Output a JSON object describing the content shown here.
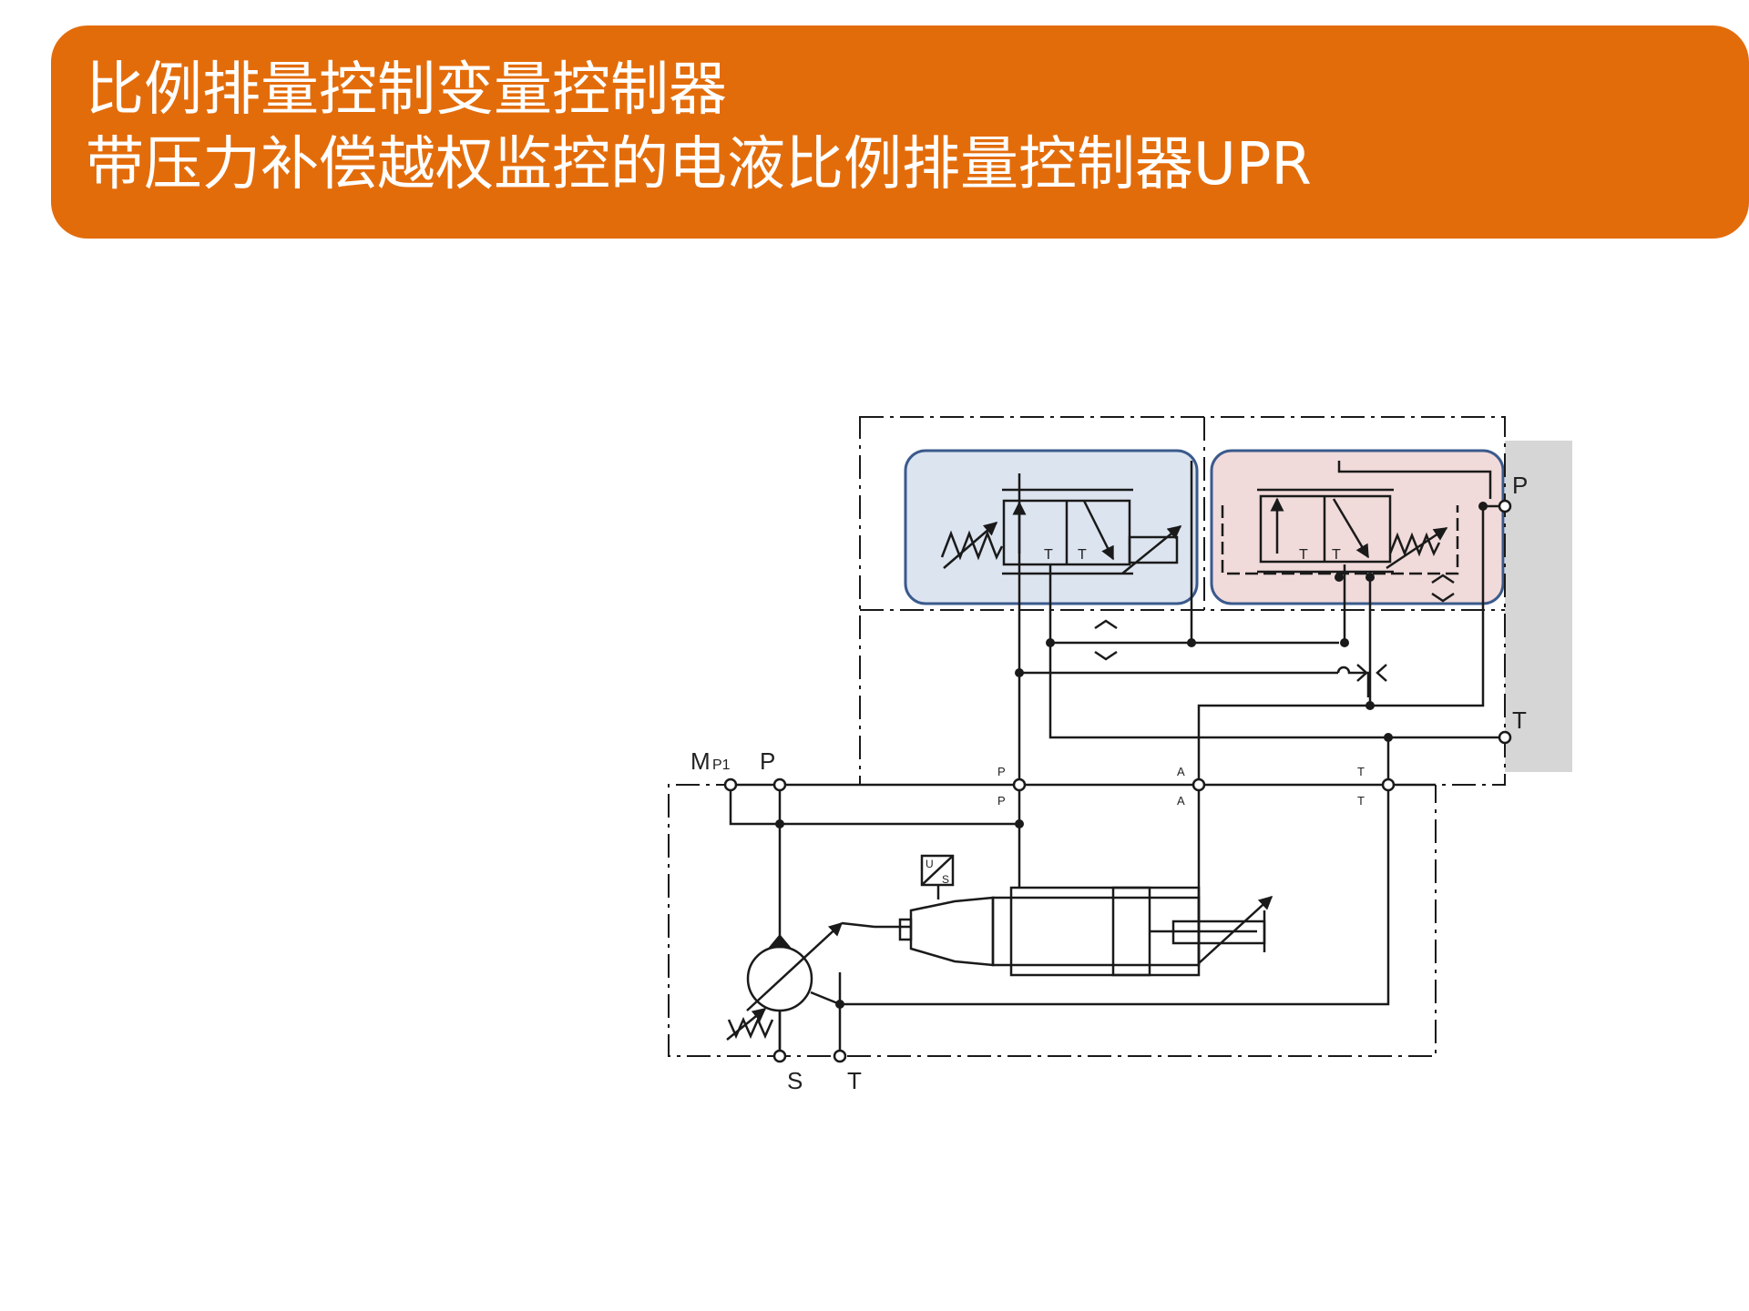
{
  "slide": {
    "title_line1": "比例排量控制变量控制器",
    "title_line2": "带压力补偿越权监控的电液比例排量控制器UPR"
  },
  "diagram": {
    "labels": {
      "port_p_right": "P",
      "port_t_right": "T",
      "mp1_main": "M",
      "mp1_sub": "P1",
      "port_p_top": "P",
      "port_s": "S",
      "port_t_bottom": "T",
      "interface_p_upper": "P",
      "interface_p_lower": "P",
      "interface_a_upper": "A",
      "interface_a_lower": "A",
      "interface_t_upper": "T",
      "interface_t_lower": "T",
      "valve_t1": "T",
      "valve_t2": "T",
      "valve_t3": "T",
      "valve_t4": "T",
      "sensor_u": "U",
      "sensor_s": "S"
    },
    "colors": {
      "title_bg": "#E36C0A",
      "blue_box_fill": "#DCE4F0",
      "red_box_fill": "#F0DADA",
      "box_border": "#3A5A8C",
      "gray_panel": "#D6D6D6",
      "line": "#1A1A1A"
    }
  }
}
